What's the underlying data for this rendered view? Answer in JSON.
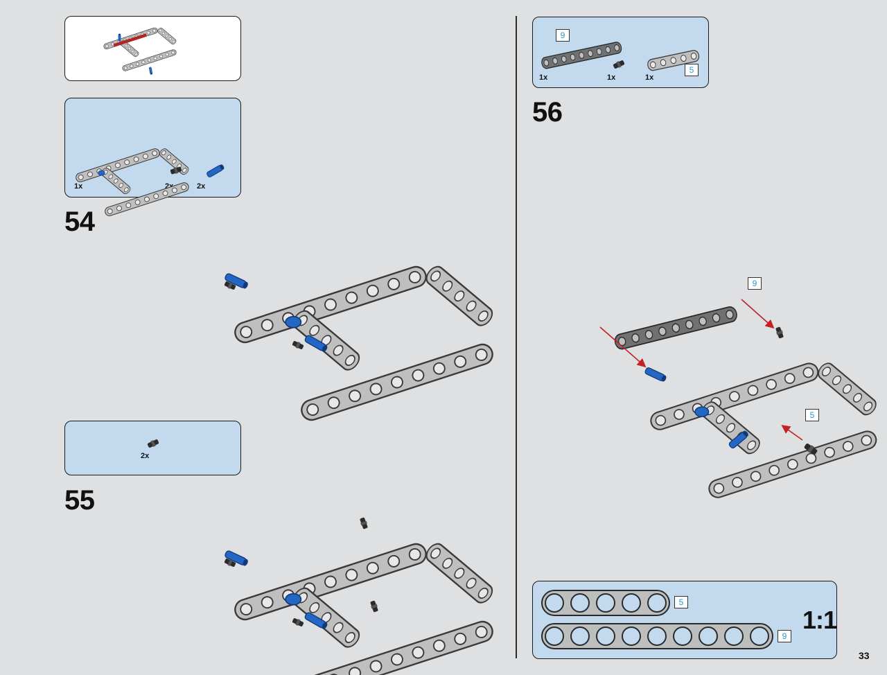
{
  "steps": {
    "s54": {
      "number": "54",
      "parts": [
        {
          "qty": "1x"
        },
        {
          "qty": "2x"
        },
        {
          "qty": "2x"
        }
      ]
    },
    "s55": {
      "number": "55",
      "parts": [
        {
          "qty": "2x"
        }
      ]
    },
    "s56": {
      "number": "56",
      "parts": [
        {
          "qty": "1x",
          "length": "9"
        },
        {
          "qty": "1x"
        },
        {
          "qty": "1x",
          "length": "5"
        }
      ],
      "callouts": [
        "9",
        "5"
      ]
    }
  },
  "scale": {
    "label": "1:1",
    "beams": [
      "5",
      "9"
    ]
  },
  "page_number": "33",
  "colors": {
    "beam_light": "#b9bab9",
    "beam_dark": "#6e6f70",
    "pin_blue": "#1f5fb8",
    "arrow": "#c42025",
    "panel_blue": "#c2d9ee"
  },
  "icons": [
    "liftarm-beam-icon",
    "connector-pin-icon",
    "axle-pin-blue-icon",
    "assembly-frame-icon"
  ]
}
